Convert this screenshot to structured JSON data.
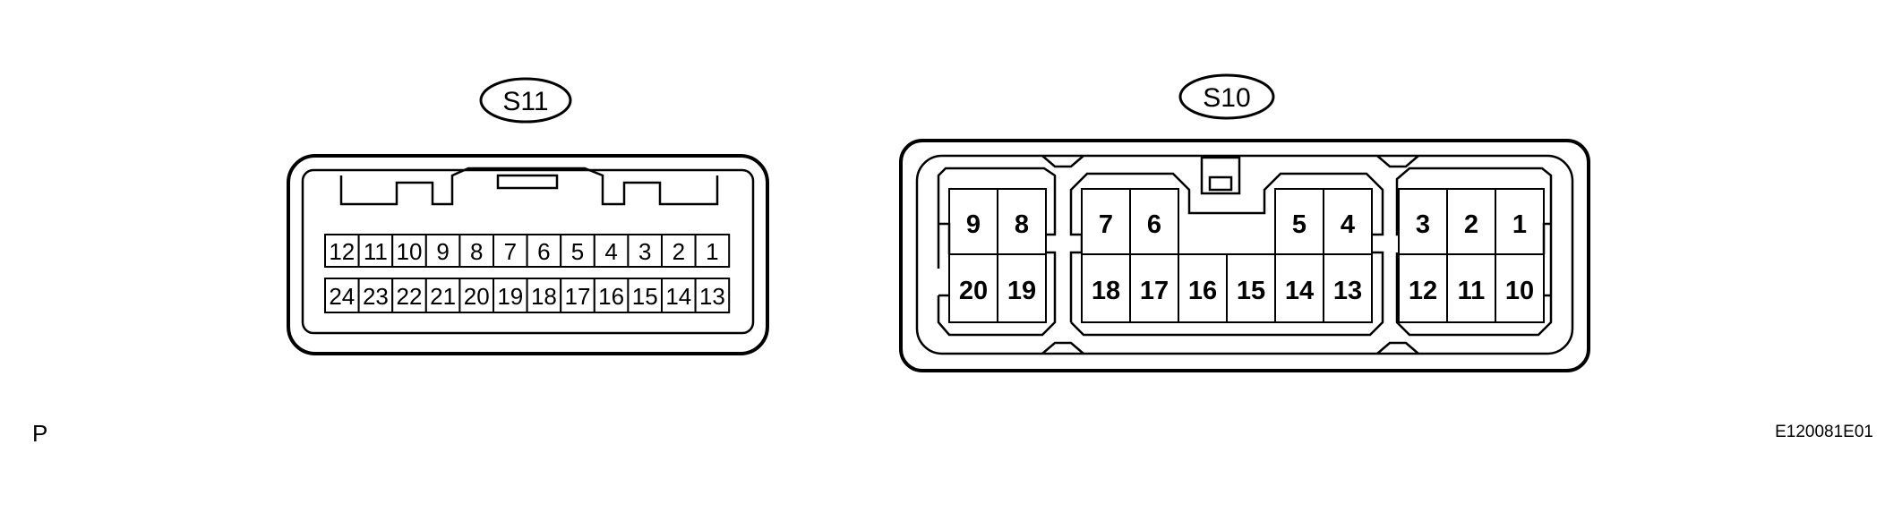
{
  "connectors": {
    "s11": {
      "label": "S11",
      "top_row": [
        "12",
        "11",
        "10",
        "9",
        "8",
        "7",
        "6",
        "5",
        "4",
        "3",
        "2",
        "1"
      ],
      "bottom_row": [
        "24",
        "23",
        "22",
        "21",
        "20",
        "19",
        "18",
        "17",
        "16",
        "15",
        "14",
        "13"
      ]
    },
    "s10": {
      "label": "S10",
      "top_left": [
        "9",
        "8"
      ],
      "top_mid_left": [
        "7",
        "6"
      ],
      "top_mid_right": [
        "5",
        "4"
      ],
      "top_right": [
        "3",
        "2",
        "1"
      ],
      "bottom_left": [
        "20",
        "19"
      ],
      "bottom_mid": [
        "18",
        "17",
        "16",
        "15",
        "14",
        "13"
      ],
      "bottom_right": [
        "12",
        "11",
        "10"
      ]
    }
  },
  "corner_letter": "P",
  "figure_id": "E120081E01"
}
